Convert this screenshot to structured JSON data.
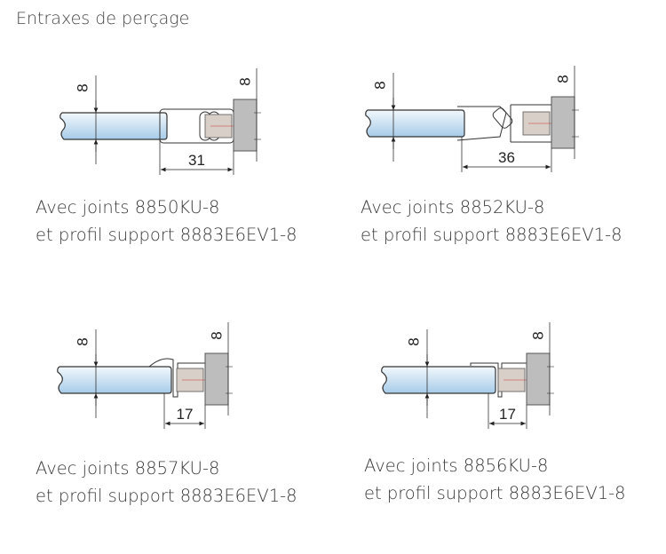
{
  "title": "Entraxes de perçage",
  "colors": {
    "glass_top": "#eef5fb",
    "glass_bottom": "#a9cdea",
    "block": "#bdbdbd",
    "line": "#333333"
  },
  "diagrams": [
    {
      "seal": "8850KU-8",
      "profile": "8883E6EV1-8",
      "caption_line1": "Avec joints 8850KU-8",
      "caption_line2": "et profil support 8883E6EV1-8",
      "dimension": "31",
      "glass_thickness": "8",
      "wall_thickness": "8"
    },
    {
      "seal": "8852KU-8",
      "profile": "8883E6EV1-8",
      "caption_line1": "Avec joints 8852KU-8",
      "caption_line2": "et profil support 8883E6EV1-8",
      "dimension": "36",
      "glass_thickness": "8",
      "wall_thickness": "8"
    },
    {
      "seal": "8857KU-8",
      "profile": "8883E6EV1-8",
      "caption_line1": "Avec joints 8857KU-8",
      "caption_line2": "et profil support 8883E6EV1-8",
      "dimension": "17",
      "glass_thickness": "8",
      "wall_thickness": "8"
    },
    {
      "seal": "8856KU-8",
      "profile": "8883E6EV1-8",
      "caption_line1": "Avec joints 8856KU-8",
      "caption_line2": "et profil support 8883E6EV1-8",
      "dimension": "17",
      "glass_thickness": "8",
      "wall_thickness": "8"
    }
  ]
}
